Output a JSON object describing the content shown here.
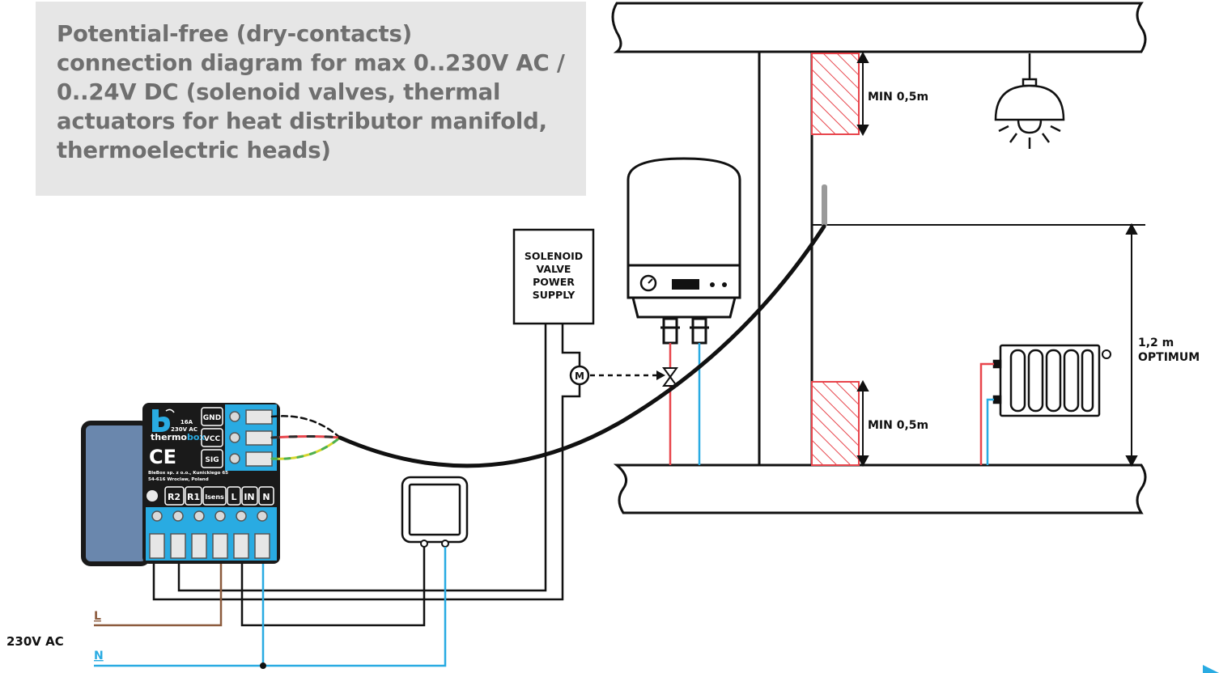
{
  "title": "Potential-free (dry-contacts)\nconnection diagram for max 0..230V AC /\n0..24V DC (solenoid valves, thermal\nactuators for heat distributor manifold,\nthermoelectric heads)",
  "power_supply": {
    "line1": "SOLENOID",
    "line2": "VALVE",
    "line3": "POWER",
    "line4": "SUPPLY"
  },
  "motor_label": "M",
  "clearance": {
    "top": "MIN 0,5m",
    "bottom": "MIN 0,5m"
  },
  "height": {
    "value": "1,2 m",
    "note": "OPTIMUM"
  },
  "mains": {
    "voltage": "230V AC",
    "line": "L",
    "neutral": "N"
  },
  "device": {
    "name_part1": "thermo",
    "name_part2": "box",
    "rating1": "16A",
    "rating2": "230V AC",
    "ce": "CE",
    "address1": "BleBox sp. z o.o., Kunickiego 65",
    "address2": "54-616 Wroclaw, Poland",
    "sensor_terminals": [
      "GND",
      "VCC",
      "SIG"
    ],
    "power_terminals": [
      "R2",
      "R1",
      "Isens",
      "L",
      "IN",
      "N"
    ]
  },
  "colors": {
    "wire_line": "#8b5a3c",
    "wire_neutral": "#29abe2",
    "hot_water": "#e8454c",
    "cold_water": "#29abe2",
    "device_body": "#1a1a1a",
    "terminal_block": "#29abe2",
    "hatch": "#e8454c",
    "title_text": "#6f6f6f",
    "title_bg": "#e6e6e6"
  }
}
